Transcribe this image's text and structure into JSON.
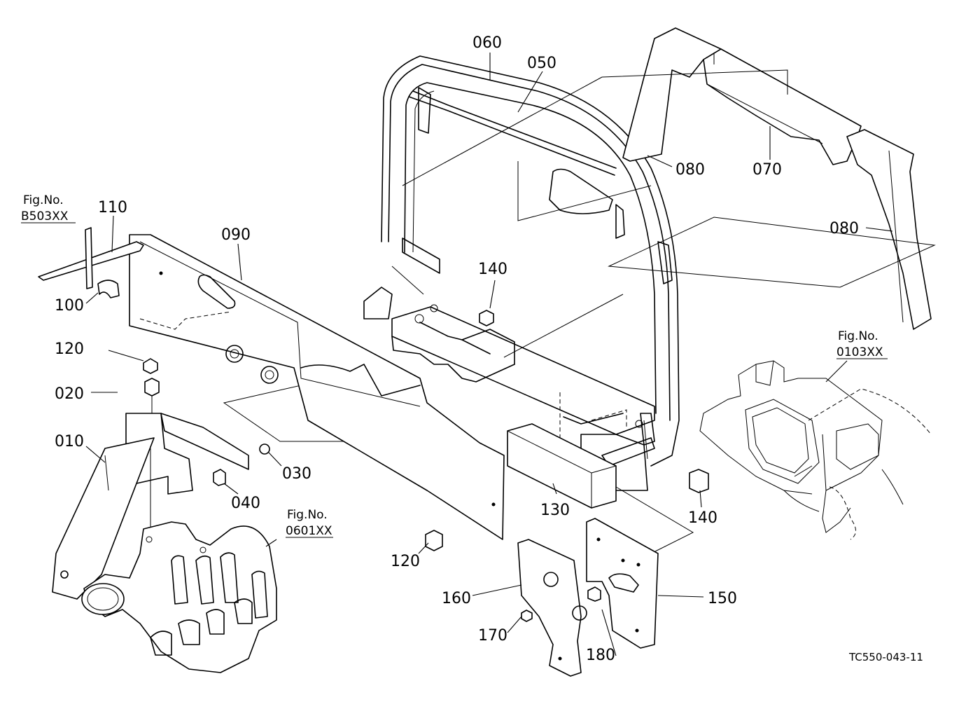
{
  "parts": [
    {
      "id": "p010",
      "label": "010"
    },
    {
      "id": "p020",
      "label": "020"
    },
    {
      "id": "p030",
      "label": "030"
    },
    {
      "id": "p040",
      "label": "040"
    },
    {
      "id": "p050",
      "label": "050"
    },
    {
      "id": "p060",
      "label": "060"
    },
    {
      "id": "p070",
      "label": "070"
    },
    {
      "id": "p080a",
      "label": "080"
    },
    {
      "id": "p080b",
      "label": "080"
    },
    {
      "id": "p090",
      "label": "090"
    },
    {
      "id": "p100",
      "label": "100"
    },
    {
      "id": "p110",
      "label": "110"
    },
    {
      "id": "p120a",
      "label": "120"
    },
    {
      "id": "p120b",
      "label": "120"
    },
    {
      "id": "p130",
      "label": "130"
    },
    {
      "id": "p140a",
      "label": "140"
    },
    {
      "id": "p140b",
      "label": "140"
    },
    {
      "id": "p150",
      "label": "150"
    },
    {
      "id": "p160",
      "label": "160"
    },
    {
      "id": "p170",
      "label": "170"
    },
    {
      "id": "p180",
      "label": "180"
    }
  ],
  "figure_refs": [
    {
      "id": "figB503",
      "label": "Fig.No.",
      "number": "B503XX"
    },
    {
      "id": "fig0103",
      "label": "Fig.No.",
      "number": "0103XX"
    },
    {
      "id": "fig0601",
      "label": "Fig.No.",
      "number": "0601XX"
    }
  ],
  "drawing_code": "TC550-043-11"
}
